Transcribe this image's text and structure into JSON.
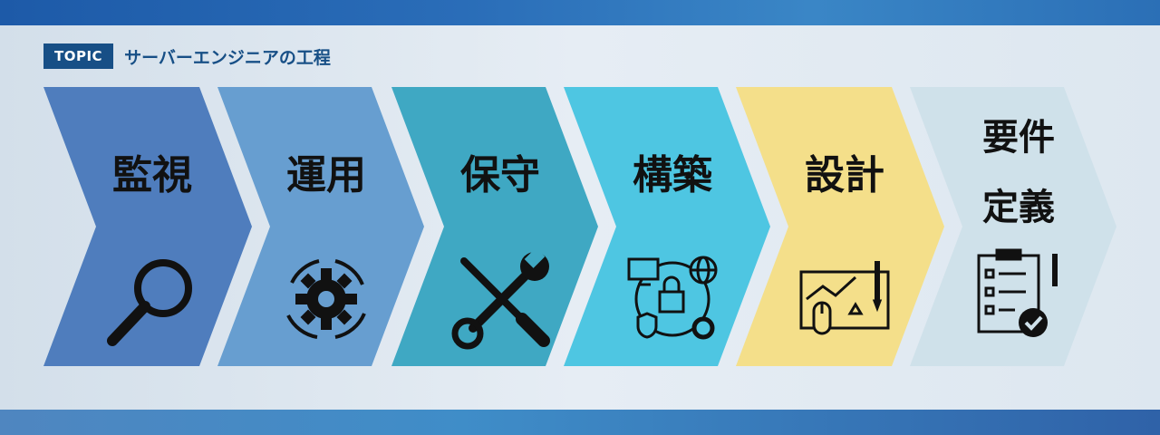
{
  "header": {
    "tag": "TOPIC",
    "title": "サーバーエンジニアの工程"
  },
  "steps": [
    {
      "label": "監視",
      "icon": "magnifier-icon",
      "color": "#4f7dbd"
    },
    {
      "label": "運用",
      "icon": "gear-cycle-icon",
      "color": "#679ed0"
    },
    {
      "label": "保守",
      "icon": "tools-icon",
      "color": "#3fa8c3"
    },
    {
      "label": "構築",
      "icon": "network-security-icon",
      "color": "#4ec6e2"
    },
    {
      "label": "設計",
      "icon": "blueprint-icon",
      "color": "#f4df8a"
    },
    {
      "label": "要件",
      "label2": "定義",
      "icon": "checklist-icon",
      "color": "#cfe1ea"
    }
  ]
}
